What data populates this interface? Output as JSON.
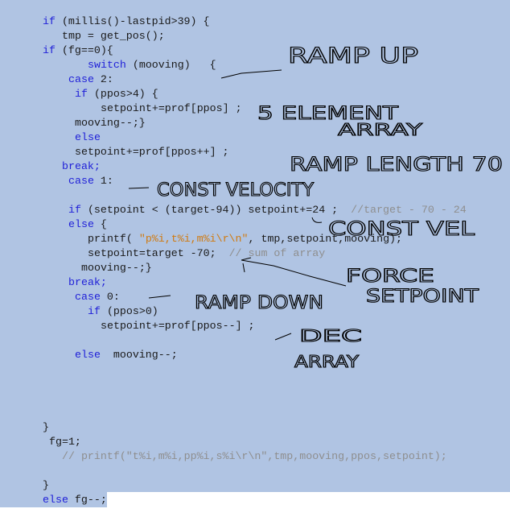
{
  "colors": {
    "selection": "#b0c4e3",
    "keyword": "#1f1fd8",
    "string": "#d07a10",
    "comment": "#8e8e8e",
    "text": "#1a1a1a"
  },
  "code_lines": [
    [
      {
        "t": "if",
        "c": "kw"
      },
      {
        "t": " (millis()-lastpid>39) {",
        "c": "tx"
      }
    ],
    [
      {
        "t": "tmp = get_pos();",
        "c": "tx"
      }
    ],
    [
      {
        "t": "if",
        "c": "kw"
      },
      {
        "t": " (fg==0){",
        "c": "tx"
      }
    ],
    [
      {
        "t": "switch",
        "c": "kw"
      },
      {
        "t": " (mooving)   {",
        "c": "tx"
      }
    ],
    [
      {
        "t": "case",
        "c": "kw"
      },
      {
        "t": " 2:",
        "c": "tx"
      }
    ],
    [
      {
        "t": "if",
        "c": "kw"
      },
      {
        "t": " (ppos>4) {",
        "c": "tx"
      }
    ],
    [
      {
        "t": "setpoint+=prof[ppos] ;",
        "c": "tx"
      }
    ],
    [
      {
        "t": "mooving--;}",
        "c": "tx"
      }
    ],
    [
      {
        "t": "else",
        "c": "kw"
      }
    ],
    [
      {
        "t": "setpoint+=prof[ppos++] ;",
        "c": "tx"
      }
    ],
    [
      {
        "t": "break;",
        "c": "kw"
      }
    ],
    [
      {
        "t": "case",
        "c": "kw"
      },
      {
        "t": " 1:",
        "c": "tx"
      }
    ],
    [
      {
        "t": "if",
        "c": "kw"
      },
      {
        "t": " (setpoint < (target-94)) setpoint+=24 ;  ",
        "c": "tx"
      },
      {
        "t": "//target - 70 - 24",
        "c": "cm"
      }
    ],
    [
      {
        "t": "else",
        "c": "kw"
      },
      {
        "t": " {",
        "c": "tx"
      }
    ],
    [
      {
        "t": "printf( ",
        "c": "tx"
      },
      {
        "t": "\"p%i,t%i,m%i\\r\\n\"",
        "c": "str"
      },
      {
        "t": ", tmp,setpoint,mooving);",
        "c": "tx"
      }
    ],
    [
      {
        "t": "setpoint=target -70;  ",
        "c": "tx"
      },
      {
        "t": "// sum of array",
        "c": "cm"
      }
    ],
    [
      {
        "t": "mooving--;}",
        "c": "tx"
      }
    ],
    [
      {
        "t": "break;",
        "c": "kw"
      }
    ],
    [
      {
        "t": "case",
        "c": "kw"
      },
      {
        "t": " 0:",
        "c": "tx"
      }
    ],
    [
      {
        "t": "if",
        "c": "kw"
      },
      {
        "t": " (ppos>0)",
        "c": "tx"
      }
    ],
    [
      {
        "t": "setpoint+=prof[ppos--] ;",
        "c": "tx"
      }
    ],
    [
      {
        "t": "else",
        "c": "kw"
      },
      {
        "t": "  mooving--;",
        "c": "tx"
      }
    ],
    [
      {
        "t": "}",
        "c": "tx"
      }
    ],
    [
      {
        "t": "fg=1;",
        "c": "tx"
      }
    ],
    [
      {
        "t": "// printf(\"t%i,m%i,pp%i,s%i\\r\\n\",tmp,mooving,ppos,setpoint);",
        "c": "cm"
      }
    ],
    [
      {
        "t": "}",
        "c": "tx"
      }
    ],
    [
      {
        "t": "else",
        "c": "kw"
      },
      {
        "t": " fg--;",
        "c": "tx"
      }
    ]
  ],
  "annotations": {
    "ramp_up": "RAMP UP",
    "five_element": "5 ELEMENT",
    "array1": "ARRAY",
    "ramp_length": "RAMP LENGTH 70",
    "const_velocity": "CONST VELOCITY",
    "const_vel": "CONST VEL",
    "force": "FORCE",
    "setpoint": "SETPOINT",
    "ramp_down": "RAMP DOWN",
    "dec": "DEC",
    "array2": "ARRAY"
  }
}
